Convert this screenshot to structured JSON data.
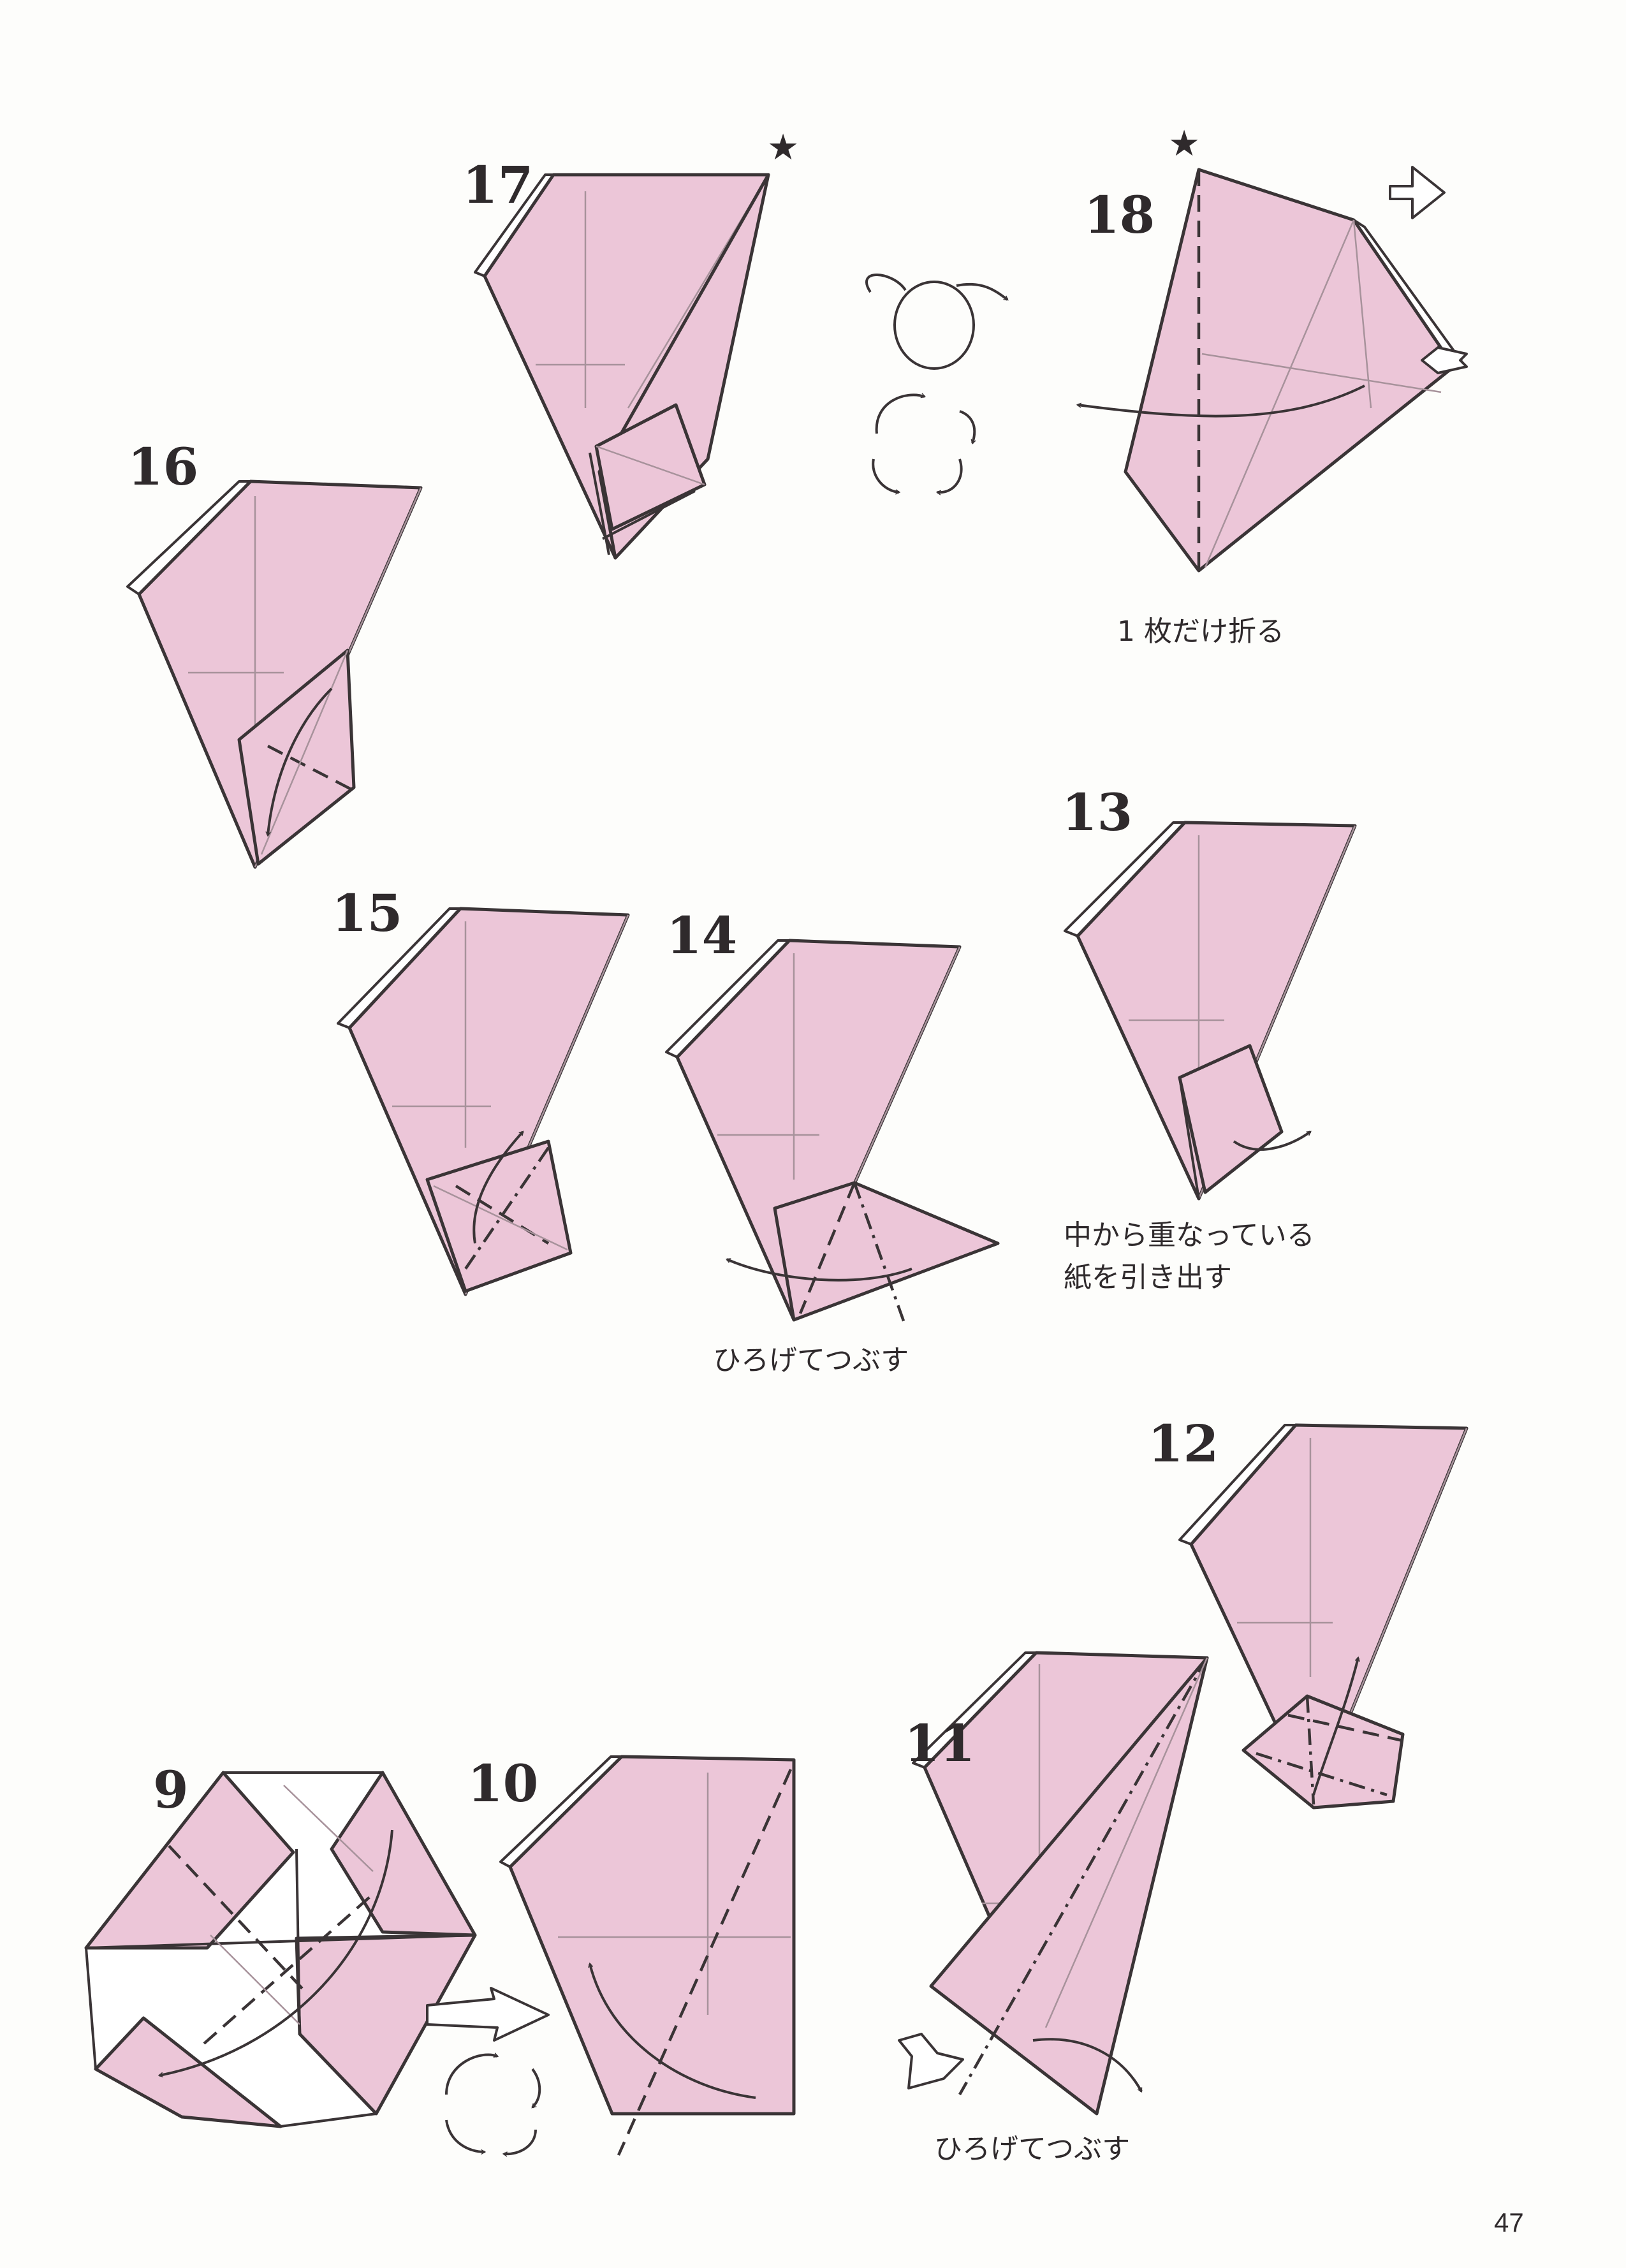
{
  "steps": {
    "s9": "9",
    "s10": "10",
    "s11": "11",
    "s12": "12",
    "s13": "13",
    "s14": "14",
    "s15": "15",
    "s16": "16",
    "s17": "17",
    "s18": "18"
  },
  "notes": {
    "fold_one_layer": "1 枚だけ折る",
    "pull_out_line1": "中から重なっている",
    "pull_out_line2": "紙を引き出す",
    "open_squash_14": "ひろげてつぶす",
    "open_squash_11": "ひろげてつぶす"
  },
  "markers": {
    "star_17": "★",
    "star_18": "★"
  },
  "page_number": "47",
  "colors": {
    "paper_pink": "#ecc6d8",
    "line": "#3a3436",
    "crease": "#a7929b",
    "background": "#fdfdfb"
  },
  "icons": {
    "turn_over": "turn-over-icon",
    "rotate": "rotate-icon",
    "push_arrow": "push-arrow-icon",
    "next_arrow": "next-step-arrow-icon"
  }
}
